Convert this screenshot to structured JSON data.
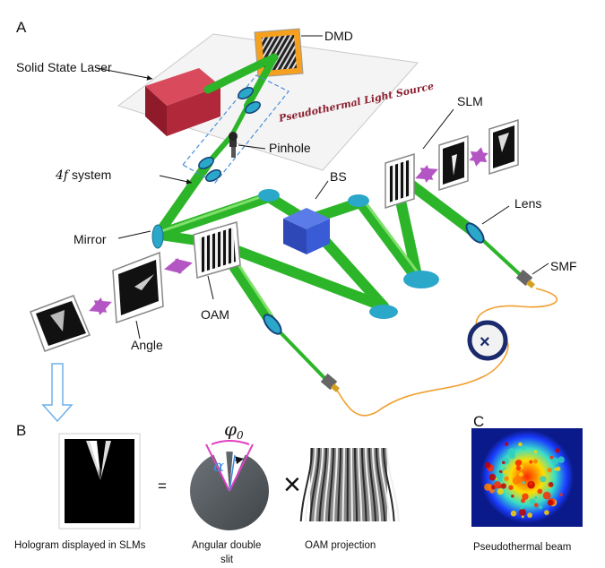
{
  "panels": {
    "a": "A",
    "b": "B",
    "c": "C"
  },
  "labels": {
    "dmd": "DMD",
    "laser": "Solid State  Laser",
    "source": "Pseudothermal Light Source",
    "slm": "SLM",
    "pinhole": "Pinhole",
    "fourf_prefix": "4f",
    "fourf_suffix": " system",
    "bs": "BS",
    "lens": "Lens",
    "mirror": "Mirror",
    "smf": "SMF",
    "oam": "OAM",
    "angle": "Angle"
  },
  "panel_b": {
    "equals": "=",
    "times": "×",
    "phi": "φ",
    "phi_sub": "0",
    "alpha": "α",
    "caption_hologram": "Hologram displayed in SLMs",
    "caption_slit_1": "Angular double",
    "caption_slit_2": "slit",
    "caption_oam": "OAM projection"
  },
  "panel_c": {
    "caption": "Pseudothermal beam"
  },
  "colors": {
    "beam": "#2db52a",
    "optic": "#2aa7c9",
    "cube": "#3a5bd6",
    "fiber": "#f0a030",
    "laser": "#b0283a",
    "arrow": "#b455c4",
    "accent": "#e040c0"
  }
}
